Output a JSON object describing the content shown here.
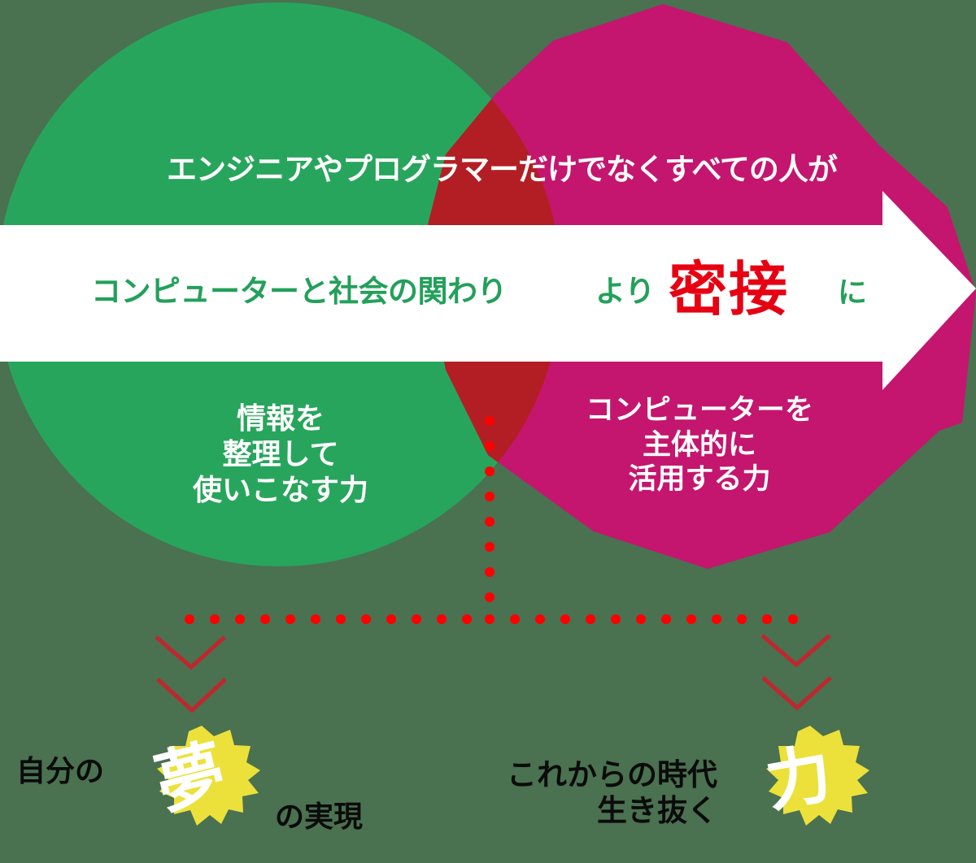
{
  "colors": {
    "background": "#4a7150",
    "left_circle": "#28a55c",
    "right_polygon": "#c4166e",
    "overlap": "#b21e23",
    "arrow": "#ffffff",
    "accent_red": "#e60012",
    "dotted_line": "#ff0000",
    "chevron": "#c0272d",
    "starburst": "#ece13a"
  },
  "header": {
    "subject_line": "エンジニアやプログラマーだけでなくすべての人が"
  },
  "arrow": {
    "main_text": "コンピューターと社会の関わり",
    "connector": "より",
    "emphasis": "密接",
    "suffix": "に"
  },
  "venn": {
    "left": {
      "lines": [
        "情報を",
        "整理して",
        "使いこなす力"
      ]
    },
    "right": {
      "lines": [
        "コンピューターを",
        "主体的に",
        "活用する力"
      ]
    }
  },
  "outcomes": {
    "left": {
      "prefix": "自分の",
      "badge": "夢",
      "suffix": "の実現"
    },
    "right": {
      "prefix_lines": [
        "これからの時代",
        "生き抜く"
      ],
      "badge": "力"
    }
  }
}
